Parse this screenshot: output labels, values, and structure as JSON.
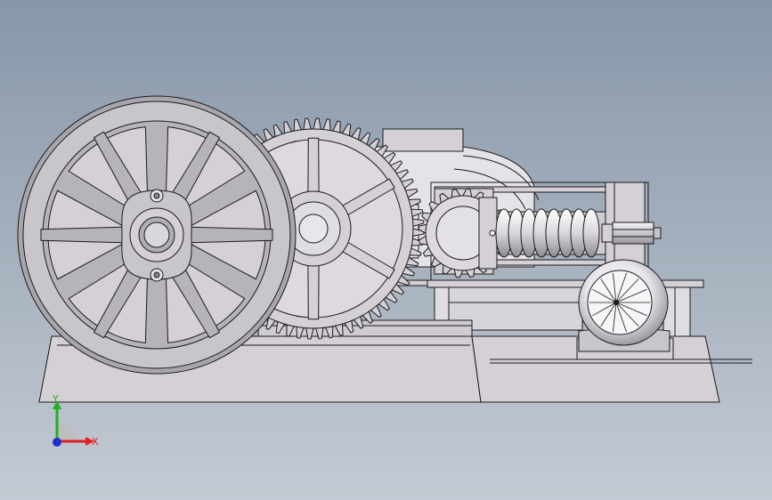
{
  "viewport": {
    "background_top": "#8797a9",
    "background_bottom": "#c4cad3"
  },
  "model": {
    "parts": [
      {
        "name": "flywheel",
        "icon": "flywheel-icon"
      },
      {
        "name": "large-spur-gear",
        "icon": "gear-icon"
      },
      {
        "name": "pinion-gear",
        "icon": "gear-icon"
      },
      {
        "name": "compression-spring",
        "icon": "spring-icon"
      },
      {
        "name": "adjusting-bolt",
        "icon": "bolt-icon"
      },
      {
        "name": "electric-motor",
        "icon": "motor-icon"
      },
      {
        "name": "frame-base",
        "icon": "frame-icon"
      },
      {
        "name": "crusher-roll-housing",
        "icon": "housing-icon"
      }
    ],
    "colors": {
      "part_fill": "#d4d0d6",
      "part_fill_light": "#e6e3e8",
      "part_shadow": "#a9a5ad",
      "edge": "#1a1a1a",
      "spring_fill": "#d8d6dc"
    }
  },
  "triad": {
    "x_label": "X",
    "y_label": "Y",
    "x_color": "#e02020",
    "y_color": "#20b020",
    "z_color": "#2030d0"
  }
}
